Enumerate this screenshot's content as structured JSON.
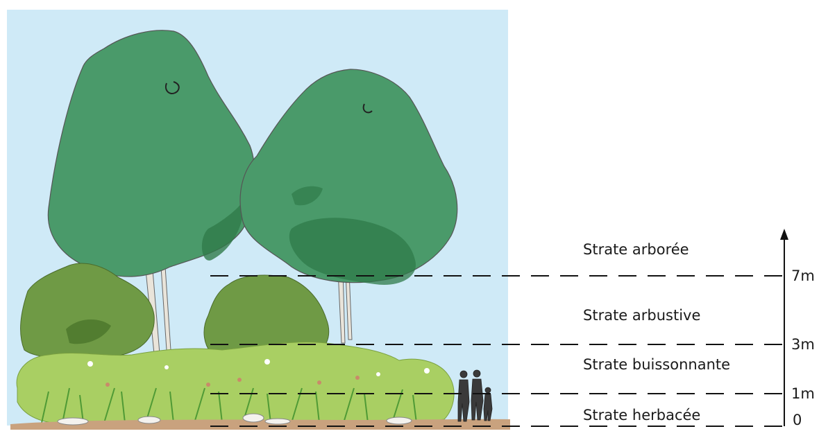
{
  "strata": [
    {
      "name": "Strate arborée"
    },
    {
      "name": "Strate arbustive"
    },
    {
      "name": "Strate buissonnante"
    },
    {
      "name": "Strate herbacée"
    }
  ],
  "height_scale": {
    "ticks": [
      "7m",
      "3m",
      "1m",
      "0"
    ]
  },
  "colors": {
    "sky": "#cfeaf7",
    "tree_canopy": "#4a9a6a",
    "tree_shadow": "#2f7a4a",
    "shrub": "#6f9a45",
    "bush": "#a9cf63",
    "grass": "#6fbf4a",
    "ground": "#c9a27e",
    "dashed_line": "#111111"
  }
}
